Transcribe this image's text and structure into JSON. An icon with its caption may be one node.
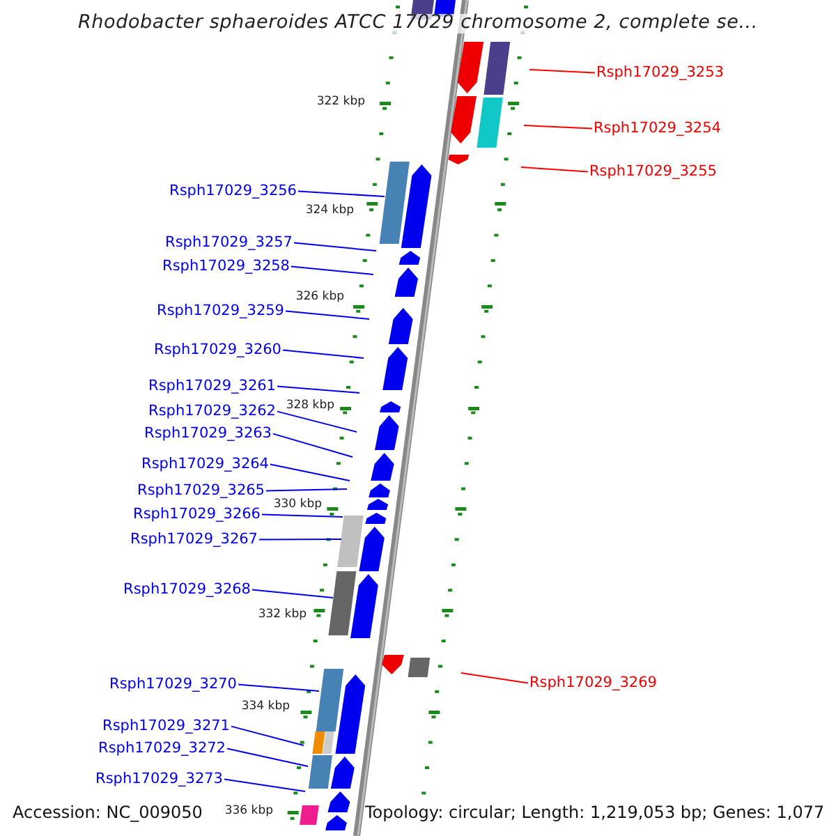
{
  "diagram": {
    "title": "Rhodobacter sphaeroides ATCC 17029 chromosome 2, complete se...",
    "nodes": [
      {
        "text": [
          "Rsph17029_3253"
        ]
      },
      {
        "text": [
          "Rsph17029_3254"
        ]
      },
      {
        "text": [
          "Rsph17029_3255"
        ]
      },
      {
        "text": [
          "Rsph17029_3256"
        ]
      },
      {
        "text": [
          "Rsph17029_3257"
        ]
      },
      {
        "text": [
          "Rsph17029_3258"
        ]
      },
      {
        "text": [
          "Rsph17029_3259"
        ]
      },
      {
        "text": [
          "Rsph17029_3260"
        ]
      },
      {
        "text": [
          "Rsph17029_3261"
        ]
      },
      {
        "text": [
          "Rsph17029_3262"
        ]
      },
      {
        "text": [
          "Rsph17029_3263"
        ]
      },
      {
        "text": [
          "Rsph17029_3264"
        ]
      },
      {
        "text": [
          "Rsph17029_3265"
        ]
      },
      {
        "text": [
          "Rsph17029_3266"
        ]
      },
      {
        "text": [
          "Rsph17029_3267"
        ]
      },
      {
        "text": [
          "Rsph17029_3268"
        ]
      },
      {
        "text": [
          "Rsph17029_3269"
        ]
      },
      {
        "text": [
          "Rsph17029_3270"
        ]
      },
      {
        "text": [
          "Rsph17029_3271"
        ]
      },
      {
        "text": [
          "Rsph17029_3272"
        ]
      },
      {
        "text": [
          "Rsph17029_3273"
        ]
      }
    ],
    "edges": [
      {
        "from": 0,
        "to": null,
        "arrow": "none",
        "color": "#ff0000"
      },
      {
        "from": 1,
        "to": null,
        "arrow": "none",
        "color": "#ff0000"
      },
      {
        "from": 2,
        "to": null,
        "arrow": "none",
        "color": "#ff0000"
      },
      {
        "from": 3,
        "to": null,
        "arrow": "none"
      },
      {
        "from": 4,
        "to": null,
        "arrow": "none"
      },
      {
        "from": 5,
        "to": null,
        "arrow": "none"
      },
      {
        "from": 6,
        "to": null,
        "arrow": "none"
      },
      {
        "from": 7,
        "to": null,
        "arrow": "none"
      },
      {
        "from": 8,
        "to": null,
        "arrow": "none"
      },
      {
        "from": 9,
        "to": null,
        "arrow": "none"
      },
      {
        "from": 10,
        "to": null,
        "arrow": "none"
      },
      {
        "from": 11,
        "to": null,
        "arrow": "none"
      },
      {
        "from": 12,
        "to": null,
        "arrow": "none"
      },
      {
        "from": 13,
        "to": null,
        "arrow": "none"
      },
      {
        "from": 14,
        "to": null,
        "arrow": "none"
      },
      {
        "from": 15,
        "to": null,
        "arrow": "none"
      },
      {
        "from": 16,
        "to": null,
        "arrow": "none",
        "color": "#ff0000"
      },
      {
        "from": 17,
        "to": null,
        "arrow": "none"
      },
      {
        "from": 18,
        "to": null,
        "arrow": "none"
      },
      {
        "from": 19,
        "to": null,
        "arrow": "none"
      },
      {
        "from": 20,
        "to": null,
        "arrow": "none"
      }
    ],
    "labels": [
      "322 kbp",
      "324 kbp",
      "326 kbp",
      "328 kbp",
      "330 kbp",
      "332 kbp",
      "334 kbp",
      "336 kbp",
      "Accession: NC_009050",
      "Topology: circular; Length: 1,219,053 bp; Genes: 1,077"
    ]
  }
}
